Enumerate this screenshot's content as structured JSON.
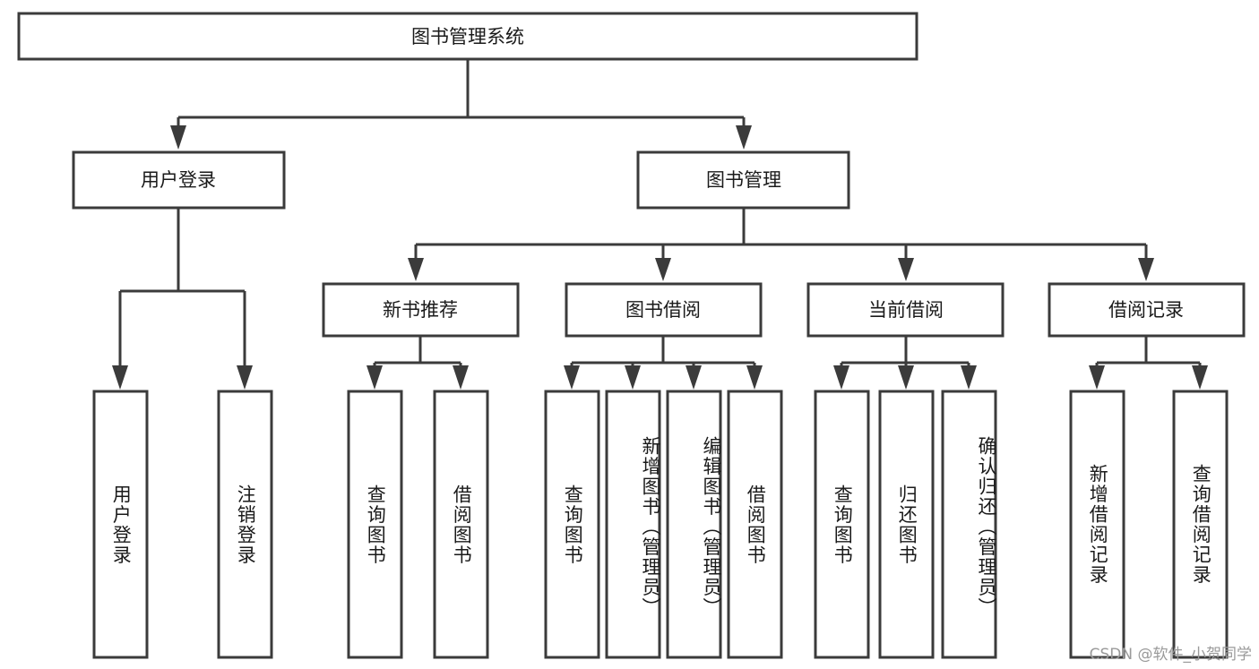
{
  "diagram": {
    "title": "图书管理系统",
    "watermark": "CSDN @软件_小贺同学",
    "levels": {
      "root": {
        "label": "图书管理系统"
      },
      "level2": [
        {
          "label": "用户登录"
        },
        {
          "label": "图书管理"
        }
      ],
      "level3": [
        {
          "label": "新书推荐"
        },
        {
          "label": "图书借阅"
        },
        {
          "label": "当前借阅"
        },
        {
          "label": "借阅记录"
        }
      ],
      "leaves": [
        {
          "label": "用户登录"
        },
        {
          "label": "注销登录"
        },
        {
          "label": "查询图书"
        },
        {
          "label": "借阅图书"
        },
        {
          "label": "查询图书"
        },
        {
          "label": "新增图书（管理员）"
        },
        {
          "label": "编辑图书（管理员）"
        },
        {
          "label": "借阅图书"
        },
        {
          "label": "查询图书"
        },
        {
          "label": "归还图书"
        },
        {
          "label": "确认归还（管理员）"
        },
        {
          "label": "新增借阅记录"
        },
        {
          "label": "查询借阅记录"
        }
      ]
    },
    "colors": {
      "stroke": "#3b3b3b",
      "box_fill": "#ffffff",
      "text": "#1a1a1a",
      "watermark": "#9a9a9a",
      "background": "#ffffff"
    }
  }
}
